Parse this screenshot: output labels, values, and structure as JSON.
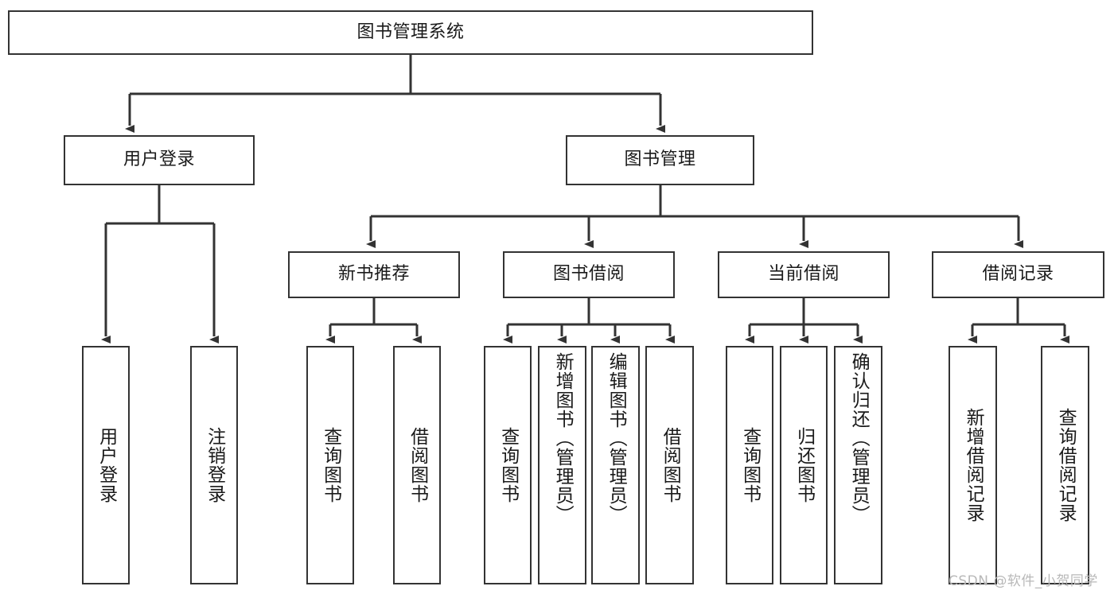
{
  "diagram": {
    "title": "图书管理系统",
    "type": "hierarchy-tree",
    "colors": {
      "stroke": "#333333",
      "fill": "#ffffff",
      "text": "#1a1a1a",
      "watermark": "#b8b8b8"
    },
    "root": {
      "label": "图书管理系统"
    },
    "level2": [
      {
        "label": "用户登录"
      },
      {
        "label": "图书管理"
      }
    ],
    "level3": [
      {
        "label": "新书推荐"
      },
      {
        "label": "图书借阅"
      },
      {
        "label": "当前借阅"
      },
      {
        "label": "借阅记录"
      }
    ],
    "leaves": {
      "user_login": [
        {
          "label": "用户登录"
        },
        {
          "label": "注销登录"
        }
      ],
      "new_book_recommend": [
        {
          "label": "查询图书"
        },
        {
          "label": "借阅图书"
        }
      ],
      "book_borrow": [
        {
          "label": "查询图书"
        },
        {
          "label": "新增图书（管理员）"
        },
        {
          "label": "编辑图书（管理员）"
        },
        {
          "label": "借阅图书"
        }
      ],
      "current_borrow": [
        {
          "label": "查询图书"
        },
        {
          "label": "归还图书"
        },
        {
          "label": "确认归还（管理员）"
        }
      ],
      "borrow_record": [
        {
          "label": "新增借阅记录"
        },
        {
          "label": "查询借阅记录"
        }
      ]
    },
    "watermark": "CSDN @软件_小贺同学"
  }
}
